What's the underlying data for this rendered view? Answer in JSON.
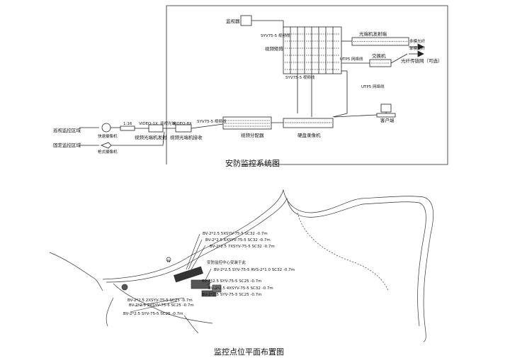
{
  "system_diagram": {
    "caption": "安防监控系统图",
    "monitor_label": "监视器",
    "matrix_label": "视频矩阵",
    "optical_tx_top_label": "光端机发射端",
    "switch_label": "交换机",
    "fiber_link_label": "光纤传链网（可选）",
    "client_label": "客户端",
    "splitter_label": "视频分配器",
    "dvr_label": "硬盘录像机",
    "left_tx_label": "视频光端机发射",
    "left_rx_label": "视频光端机接收",
    "dome_zone_label": "巡视监控区域",
    "fixed_zone_label": "固定监控区域",
    "dome_cam_label": "快速摄像机",
    "fixed_cam_label": "枪式摄像机",
    "cable_syv_top": "SYV75-5 视频线",
    "cable_syv_mid": "SYV75-5 视频线",
    "cable_utp_top": "UTP5 网络线",
    "cable_utp_mid": "UTP5 网络线",
    "cable_video_in": "VIDEO-1X",
    "cable_video_out": "VIDEO-8X",
    "cable_syv_left": "SYV75-5 视频线",
    "cable_fiber_a": "多模光纤",
    "cable_fiber_b": "单模光纤",
    "cable_left_a": "巡视光端",
    "cable_left_b": "1:16"
  },
  "site_plan": {
    "caption": "监控点位平面布置图",
    "center_label": "安防监控中心安装于此",
    "north_label": "N",
    "cable_labels": [
      "BV-2*2.5 5XSYV-75-5 SC32 -0.7m",
      "BV-2*2.5 6XSYV-75-5 SC32 -0.7m",
      "BV-2*2.5 7XSYV-75-5 SC32 -0.7m",
      "BV-2*2.5 SYV-75-5 RVS-2*1.0 SC32 -0.7m",
      "BV-2*2.5 SYV-75-5 SC25 -0.7m",
      "BV-2*2.5 4XSYV-75-5 SC32 -0.7m",
      "BV-2*2.5 2XSYV-75-5 SC25 -0.7m",
      "BV-2*2.5 SYV-75-5 SC25 -0.7m",
      "BV-2*2.5 2XSYV-75-5 SC25 -0.7m",
      "BV-2*2.5 SYV-75-5 SC25 -0.7m"
    ]
  }
}
